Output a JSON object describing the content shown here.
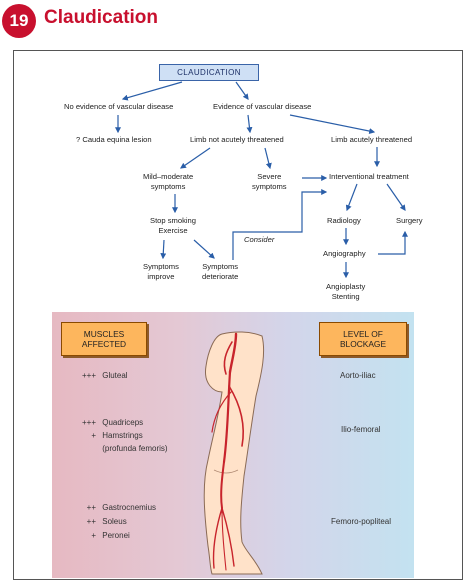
{
  "header": {
    "number": "19",
    "title": "Claudication"
  },
  "flowchart": {
    "root": "CLAUDICATION",
    "no_evidence": "No evidence of vascular disease",
    "evidence": "Evidence of vascular disease",
    "cauda": "? Cauda equina lesion",
    "not_threatened": "Limb not acutely threatened",
    "threatened": "Limb acutely threatened",
    "mild_1": "Mild–moderate",
    "mild_2": "symptoms",
    "severe_1": "Severe",
    "severe_2": "symptoms",
    "interventional": "Interventional treatment",
    "stop_1": "Stop smoking",
    "stop_2": "Exercise",
    "radiology": "Radiology",
    "surgery": "Surgery",
    "consider": "Consider",
    "improve_1": "Symptoms",
    "improve_2": "improve",
    "deteriorate_1": "Symptoms",
    "deteriorate_2": "deteriorate",
    "angiography": "Angiography",
    "angioplasty_1": "Angioplasty",
    "angioplasty_2": "Stenting"
  },
  "panel": {
    "muscles_box": [
      "MUSCLES",
      "AFFECTED"
    ],
    "blockage_box": [
      "LEVEL OF",
      "BLOCKAGE"
    ],
    "muscles": [
      {
        "level": "+++",
        "name": "Gluteal"
      },
      {
        "level": "+++",
        "name": "Quadriceps"
      },
      {
        "level": "+",
        "name": "Hamstrings"
      },
      {
        "level": "",
        "name": "(profunda femoris)"
      },
      {
        "level": "++",
        "name": "Gastrocnemius"
      },
      {
        "level": "++",
        "name": "Soleus"
      },
      {
        "level": "+",
        "name": "Peronei"
      }
    ],
    "blockage": [
      "Aorto-iliac",
      "Ilio-femoral",
      "Femoro-popliteal"
    ]
  },
  "colors": {
    "accent_red": "#c8102e",
    "arrow_blue": "#2a5ea8",
    "box_orange": "#fdb65d"
  }
}
